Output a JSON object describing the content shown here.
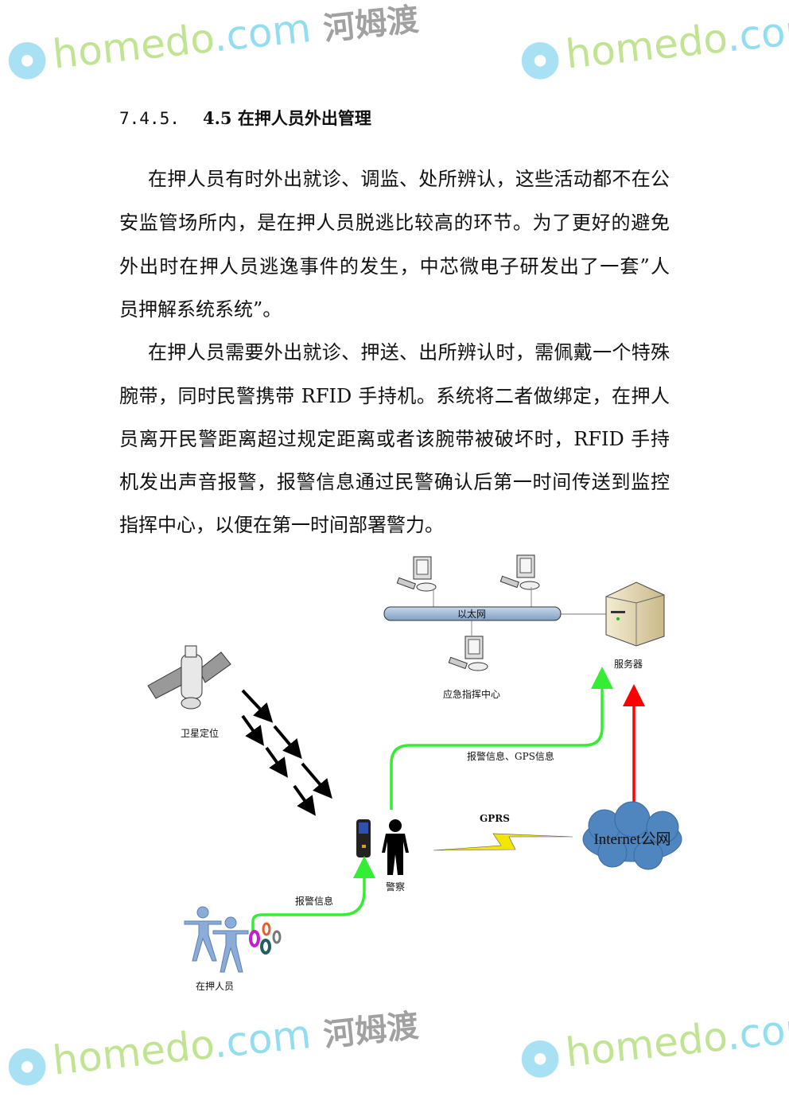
{
  "heading": {
    "number": "7.4.5.",
    "title": "4.5 在押人员外出管理"
  },
  "paragraphs": [
    {
      "lines": [
        "在押人员有时外出就诊、调监、处所辨认，这些活动都不在公",
        "安监管场所内，是在押人员脱逃比较高的环节。为了更好的避免",
        "外出时在押人员逃逸事件的发生，中芯微电子研发出了一套”人",
        "员押解系统系统”。"
      ]
    },
    {
      "lines": [
        "在押人员需要外出就诊、押送、出所辨认时，需佩戴一个特殊",
        "腕带，同时民警携带 RFID 手持机。系统将二者做绑定，在押人",
        "员离开民警距离超过规定距离或者该腕带被破坏时，RFID 手持",
        "机发出声音报警，报警信息通过民警确认后第一时间传送到监控",
        "指挥中心，以便在第一时间部署警力。"
      ]
    }
  ],
  "diagram": {
    "ethernet": "以太网",
    "server": "服务器",
    "command_center": "应急指挥中心",
    "satellite": "卫星定位",
    "alarm_gps": "报警信息、GPS信息",
    "gprs": "GPRS",
    "internet": "Internet公网",
    "police": "警察",
    "alarm": "报警信息",
    "detainees": "在押人员",
    "colors": {
      "green": "#33ee33",
      "red": "#ff0000",
      "cloud": "#4f86c0",
      "bus": "#9db9d8"
    }
  },
  "watermark": {
    "brand_a": "home",
    "brand_b": "do",
    "domain": ".com",
    "cn": "河姆渡"
  }
}
